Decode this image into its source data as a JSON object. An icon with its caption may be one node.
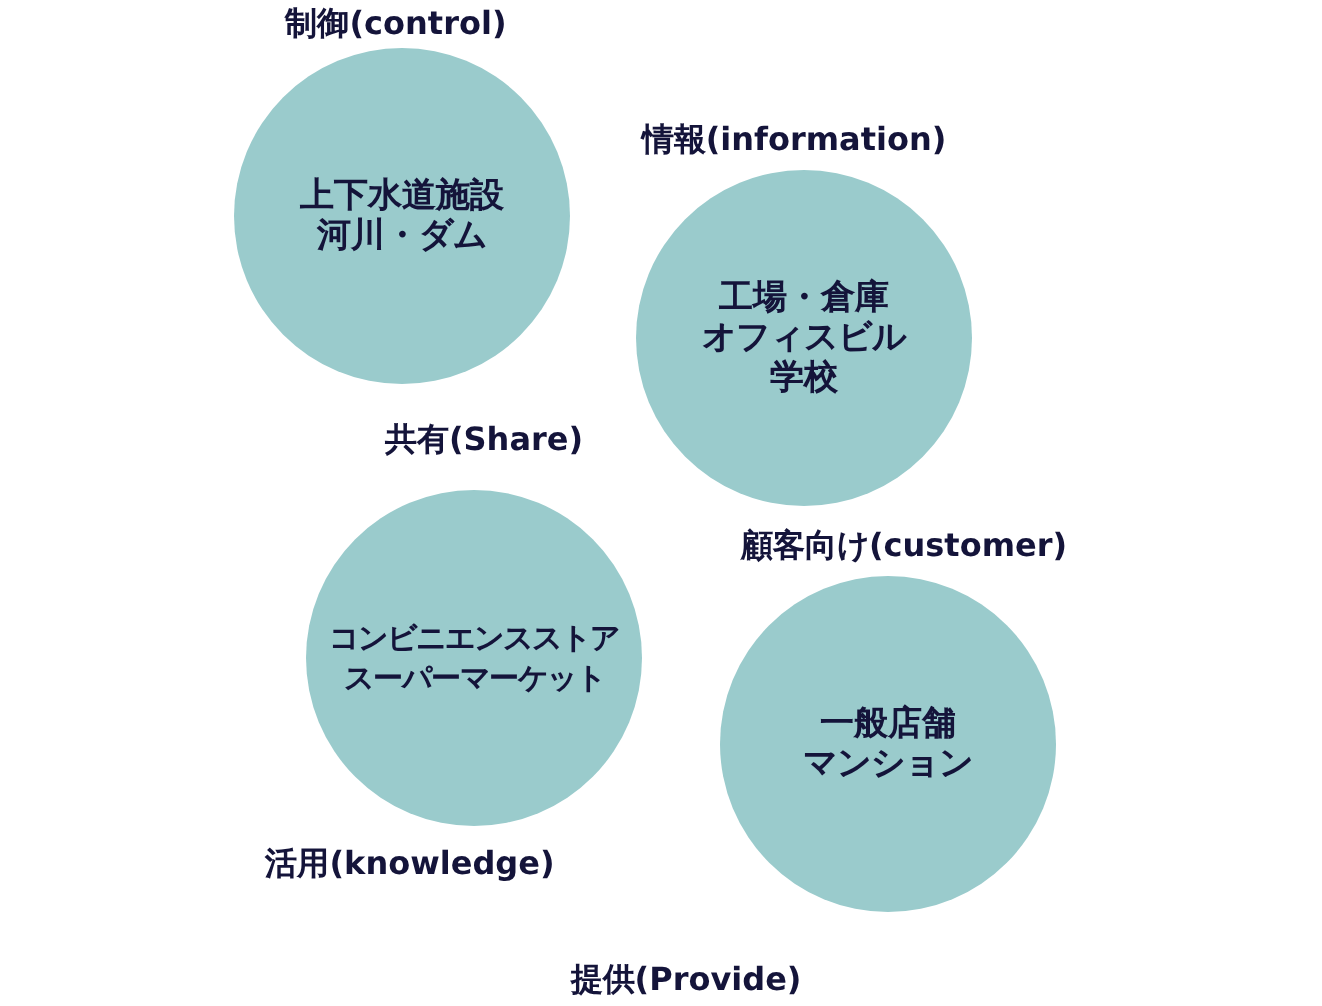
{
  "diagram": {
    "nodes": [
      {
        "text": [
          "上下水道施設",
          "河川・ダム"
        ]
      },
      {
        "text": [
          "工場・倉庫",
          "オフィスビル",
          "学校"
        ]
      },
      {
        "text": [
          "コンビニエンスストア",
          "スーパーマーケット"
        ]
      },
      {
        "text": [
          "一般店舗",
          "マンション"
        ]
      }
    ],
    "labels": [
      "制御(control)",
      "情報(information)",
      "共有(Share)",
      "顧客向け(customer)",
      "活用(knowledge)",
      "提供(Provide)"
    ]
  }
}
